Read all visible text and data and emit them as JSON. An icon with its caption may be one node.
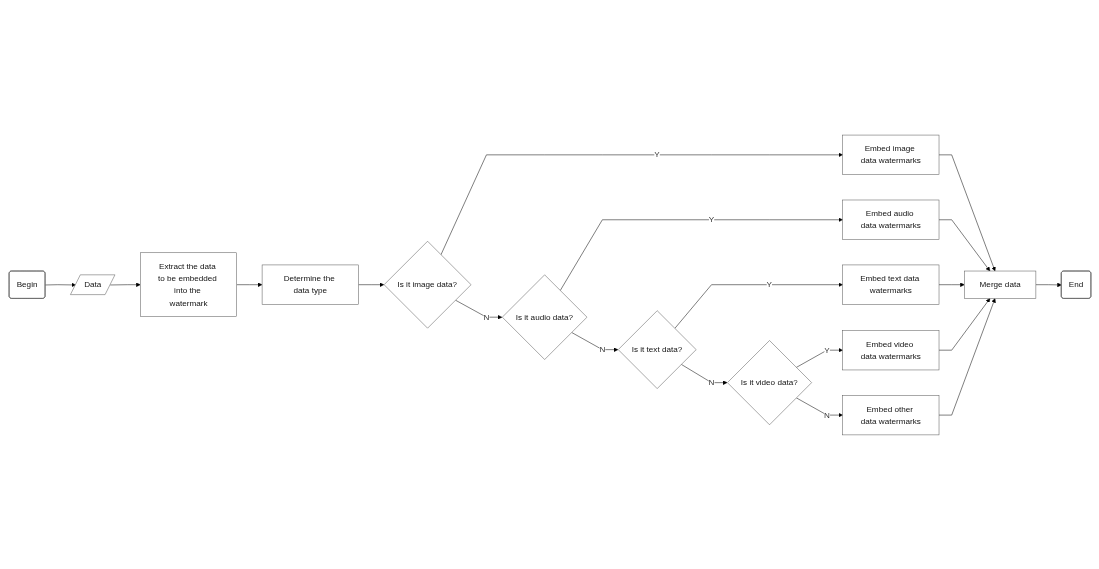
{
  "diagram": {
    "nodes": [
      {
        "text": [
          "Begin"
        ]
      },
      {
        "text": [
          "Data"
        ]
      },
      {
        "text": [
          "Extract the data to be embedded into the watermark"
        ]
      },
      {
        "text": [
          "Determine the data type"
        ]
      },
      {
        "text": [
          "Is it image data?"
        ]
      },
      {
        "text": [
          "Embed image data watermarks"
        ]
      },
      {
        "text": [
          "Is it audio data?"
        ]
      },
      {
        "text": [
          "Embed audio data watermarks"
        ]
      },
      {
        "text": [
          "Is it text data?"
        ]
      },
      {
        "text": [
          "Embed text data watermarks"
        ]
      },
      {
        "text": [
          "Is it video data?"
        ]
      },
      {
        "text": [
          "Embed video data watermarks"
        ]
      },
      {
        "text": [
          "Embed other data watermarks"
        ]
      },
      {
        "text": [
          "Merge data"
        ]
      },
      {
        "text": [
          "End"
        ]
      }
    ],
    "edges": [
      {
        "from": 0,
        "to": 1,
        "arrow": "to"
      },
      {
        "from": 1,
        "to": 2,
        "arrow": "to"
      },
      {
        "from": 2,
        "to": 3,
        "arrow": "to"
      },
      {
        "from": 3,
        "to": 4,
        "arrow": "to"
      },
      {
        "from": 4,
        "to": 5,
        "arrow": "to",
        "label": "Y"
      },
      {
        "from": 4,
        "to": 6,
        "arrow": "to",
        "label": "N"
      },
      {
        "from": 6,
        "to": 7,
        "arrow": "to",
        "label": "Y"
      },
      {
        "from": 6,
        "to": 8,
        "arrow": "to",
        "label": "N"
      },
      {
        "from": 8,
        "to": 9,
        "arrow": "to",
        "label": "Y"
      },
      {
        "from": 8,
        "to": 10,
        "arrow": "to",
        "label": "N"
      },
      {
        "from": 10,
        "to": 11,
        "arrow": "to",
        "label": "Y"
      },
      {
        "from": 10,
        "to": 12,
        "arrow": "to",
        "label": "N"
      },
      {
        "from": 5,
        "to": 13,
        "arrow": "to"
      },
      {
        "from": 7,
        "to": 13,
        "arrow": "to"
      },
      {
        "from": 9,
        "to": 13,
        "arrow": "to"
      },
      {
        "from": 11,
        "to": 13,
        "arrow": "to"
      },
      {
        "from": 12,
        "to": 13,
        "arrow": "to"
      },
      {
        "from": 13,
        "to": 14,
        "arrow": "to"
      }
    ]
  }
}
